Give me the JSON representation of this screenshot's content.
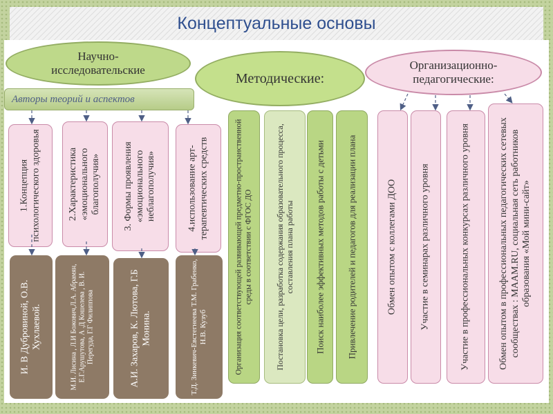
{
  "title": "Концептуальные основы",
  "ovals": {
    "research": "Научно-исследовательские",
    "methodical": "Методические:",
    "organizational": "Организационно-педагогические:"
  },
  "authors_bar": "Авторы теорий и аспектов",
  "concepts": [
    "1.Концепция психологического здоровья",
    "2.Характеристика «эмоционального благополучия»",
    "3. Формы проявления «эмоционального неблагополучия»",
    "4.использование арт-терапевтических средств"
  ],
  "authors": [
    "И. В Дубровиной, О.В. Хухлаевой.",
    "М.И. Лисина , Л.И Божович,Л.А. Абрамян, Е.Г.Арушутова, А .Д Кошелева , В. И. Перегуда, Г.Г Филиппова",
    "А.И. Захаров, К. Лютова, Г.Б Монина.",
    "Т.Д. Зинкевич-Евстегнеева Т.М. Грабенко, Н.В. Кузуб"
  ],
  "methodical_items": [
    "Организация соответствующей развивающей предметно-пространственной среды в соответствии с ФГОС ДО",
    "Постановка цели, разработка содержания образовательного процесса, составления плана работы",
    "Поиск наиболее эффективных методов работы с детьми",
    "Привлечение родителей и педагогов для реализации плана"
  ],
  "organizational_items": [
    "Обмен опытом с коллегами ДОО",
    "Участие в семинарах различного уровня",
    "Участие в профессиональных конкурсах различного уровня",
    "Обмен опытом в профессиональных педагогических сетевых сообществах : MAAM.RU, социальная сеть работников образования «Мой мини-сайт»"
  ],
  "colors": {
    "frame": "#a8bc82",
    "pink": "#f7dde8",
    "pink_border": "#c98aa8",
    "green": "#b9d684",
    "green_light": "#dbe8c0",
    "brown": "#8e7a66",
    "title": "#2f4f8f"
  }
}
